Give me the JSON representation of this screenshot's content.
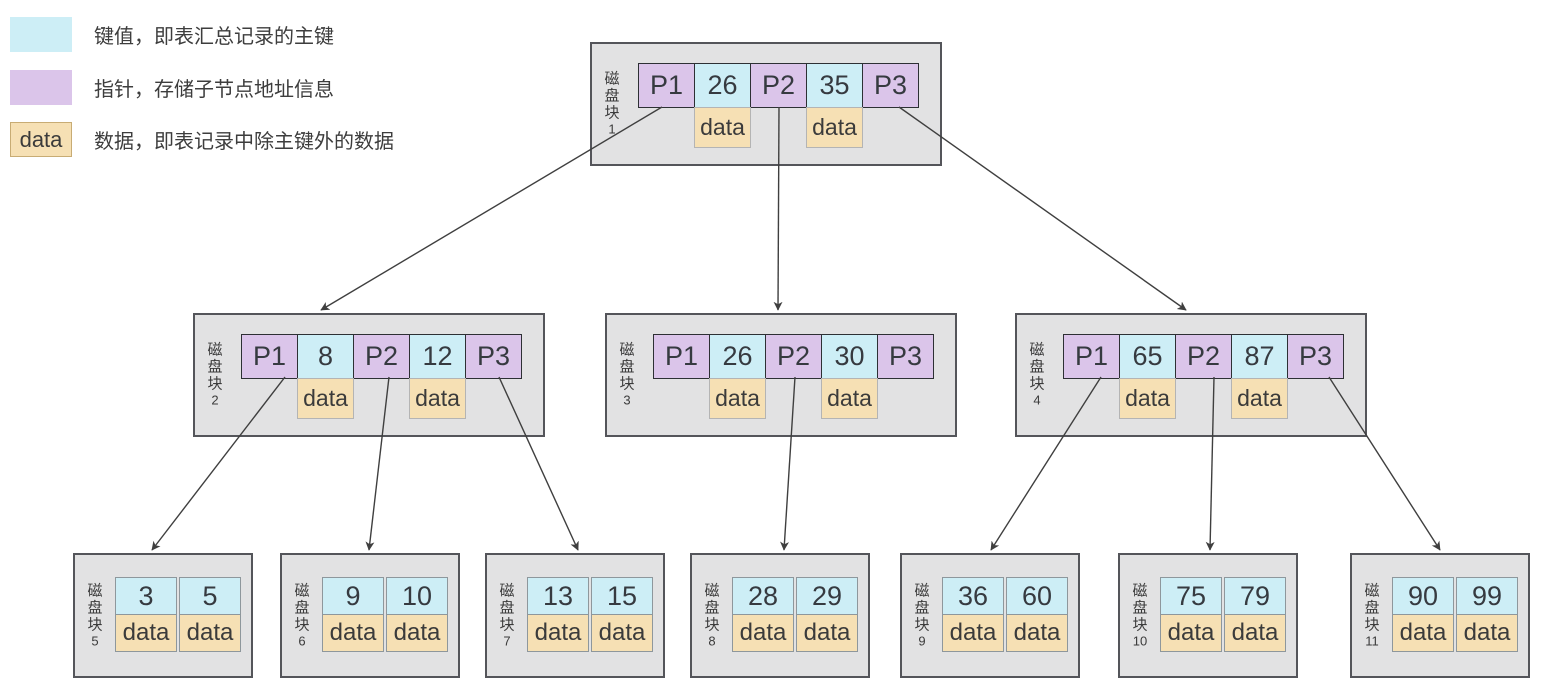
{
  "legend": {
    "items": [
      {
        "type": "key",
        "label": "",
        "description": "键值，即表汇总记录的主键"
      },
      {
        "type": "pointer",
        "label": "",
        "description": "指针，存储子节点地址信息"
      },
      {
        "type": "data",
        "label": "data",
        "description": "数据，即表记录中除主键外的数据"
      }
    ]
  },
  "colors": {
    "key_fill": "#cdeef6",
    "pointer_fill": "#dbc5ea",
    "data_fill": "#f6e0b4",
    "block_fill": "#e2e2e3",
    "block_border": "#54555a",
    "arrow": "#3f3f3f"
  },
  "blocks": {
    "internal": [
      {
        "name": "磁盘块",
        "number": "1",
        "cells": [
          "P1",
          "26",
          "P2",
          "35",
          "P3"
        ],
        "data_labels": [
          "data",
          "data"
        ]
      },
      {
        "name": "磁盘块",
        "number": "2",
        "cells": [
          "P1",
          "8",
          "P2",
          "12",
          "P3"
        ],
        "data_labels": [
          "data",
          "data"
        ]
      },
      {
        "name": "磁盘块",
        "number": "3",
        "cells": [
          "P1",
          "26",
          "P2",
          "30",
          "P3"
        ],
        "data_labels": [
          "data",
          "data"
        ]
      },
      {
        "name": "磁盘块",
        "number": "4",
        "cells": [
          "P1",
          "65",
          "P2",
          "87",
          "P3"
        ],
        "data_labels": [
          "data",
          "data"
        ]
      }
    ],
    "leaves": [
      {
        "name": "磁盘块",
        "number": "5",
        "keys": [
          "3",
          "5"
        ],
        "data_labels": [
          "data",
          "data"
        ]
      },
      {
        "name": "磁盘块",
        "number": "6",
        "keys": [
          "9",
          "10"
        ],
        "data_labels": [
          "data",
          "data"
        ]
      },
      {
        "name": "磁盘块",
        "number": "7",
        "keys": [
          "13",
          "15"
        ],
        "data_labels": [
          "data",
          "data"
        ]
      },
      {
        "name": "磁盘块",
        "number": "8",
        "keys": [
          "28",
          "29"
        ],
        "data_labels": [
          "data",
          "data"
        ]
      },
      {
        "name": "磁盘块",
        "number": "9",
        "keys": [
          "36",
          "60"
        ],
        "data_labels": [
          "data",
          "data"
        ]
      },
      {
        "name": "磁盘块",
        "number": "10",
        "keys": [
          "75",
          "79"
        ],
        "data_labels": [
          "data",
          "data"
        ]
      },
      {
        "name": "磁盘块",
        "number": "11",
        "keys": [
          "90",
          "99"
        ],
        "data_labels": [
          "data",
          "data"
        ]
      }
    ]
  },
  "edges": [
    {
      "from": "block1.P1",
      "to": "block2"
    },
    {
      "from": "block1.P2",
      "to": "block3"
    },
    {
      "from": "block1.P3",
      "to": "block4"
    },
    {
      "from": "block2.P1",
      "to": "block5"
    },
    {
      "from": "block2.P2",
      "to": "block6"
    },
    {
      "from": "block2.P3",
      "to": "block7"
    },
    {
      "from": "block3.P2",
      "to": "block8"
    },
    {
      "from": "block4.P1",
      "to": "block9"
    },
    {
      "from": "block4.P2",
      "to": "block10"
    },
    {
      "from": "block4.P3",
      "to": "block11"
    }
  ]
}
